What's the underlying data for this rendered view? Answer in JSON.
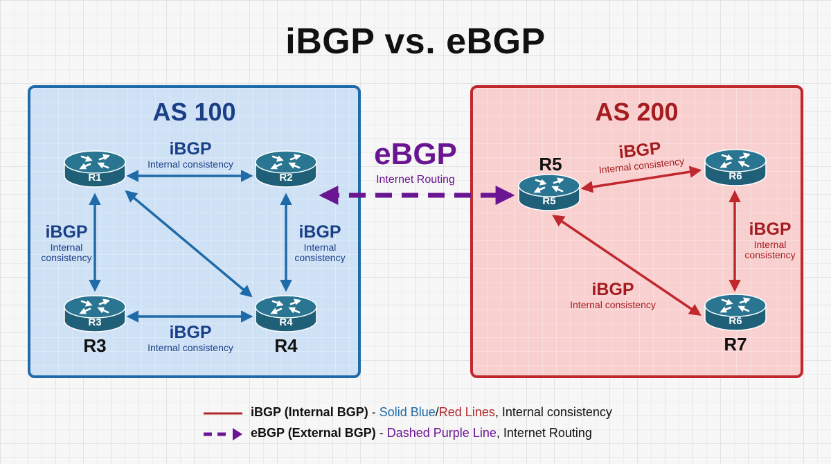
{
  "title": "iBGP vs. eBGP",
  "colors": {
    "as100_border": "#1f6aa8",
    "as100_fill": "#cfe2f5",
    "as200_border": "#c0282d",
    "as200_fill": "#f9d0d0",
    "ibgp_blue": "#1f6aa8",
    "ibgp_red": "#c0282d",
    "ebgp_purple": "#6a1591",
    "router": "#2a6f8a"
  },
  "as_left": {
    "title": "AS 100",
    "routers": [
      {
        "id": "R1",
        "icon_label": "R1",
        "name": ""
      },
      {
        "id": "R2",
        "icon_label": "R2",
        "name": ""
      },
      {
        "id": "R3",
        "icon_label": "R3",
        "name": "R3"
      },
      {
        "id": "R4",
        "icon_label": "R4",
        "name": "R4"
      }
    ],
    "links": [
      {
        "from": "R1",
        "to": "R2",
        "label": "iBGP",
        "sublabel": "Internal consistency"
      },
      {
        "from": "R1",
        "to": "R3",
        "label": "iBGP",
        "sublabel_line1": "Internal",
        "sublabel_line2": "consistency"
      },
      {
        "from": "R2",
        "to": "R4",
        "label": "iBGP",
        "sublabel_line1": "Internal",
        "sublabel_line2": "consistency"
      },
      {
        "from": "R3",
        "to": "R4",
        "label": "iBGP",
        "sublabel": "Internal consistency"
      },
      {
        "from": "R1",
        "to": "R4",
        "label": "",
        "sublabel": ""
      }
    ]
  },
  "as_right": {
    "title": "AS 200",
    "routers": [
      {
        "id": "R5",
        "icon_label": "R5",
        "name": "R5"
      },
      {
        "id": "R6",
        "icon_label": "R6",
        "name": ""
      },
      {
        "id": "R7",
        "icon_label": "R6",
        "name": "R7"
      }
    ],
    "links": [
      {
        "from": "R5",
        "to": "R6",
        "label": "iBGP",
        "sublabel": "Internal consistency"
      },
      {
        "from": "R6",
        "to": "R7",
        "label": "iBGP",
        "sublabel_line1": "Internal",
        "sublabel_line2": "consistency"
      },
      {
        "from": "R5",
        "to": "R7",
        "label": "iBGP",
        "sublabel": "Internal consistency"
      }
    ]
  },
  "ebgp": {
    "from": "R2",
    "to": "R5",
    "label": "eBGP",
    "sublabel": "Internet Routing"
  },
  "legend": [
    {
      "bold": "iBGP (Internal BGP)",
      "sep": " - ",
      "colored_a": "Solid Blue",
      "slash": "/",
      "colored_b": "Red Lines",
      "rest": ", Internal consistency"
    },
    {
      "bold": "eBGP (External BGP)",
      "sep": " - ",
      "colored_a": "Dashed Purple Line",
      "rest": ", Internet Routing"
    }
  ]
}
